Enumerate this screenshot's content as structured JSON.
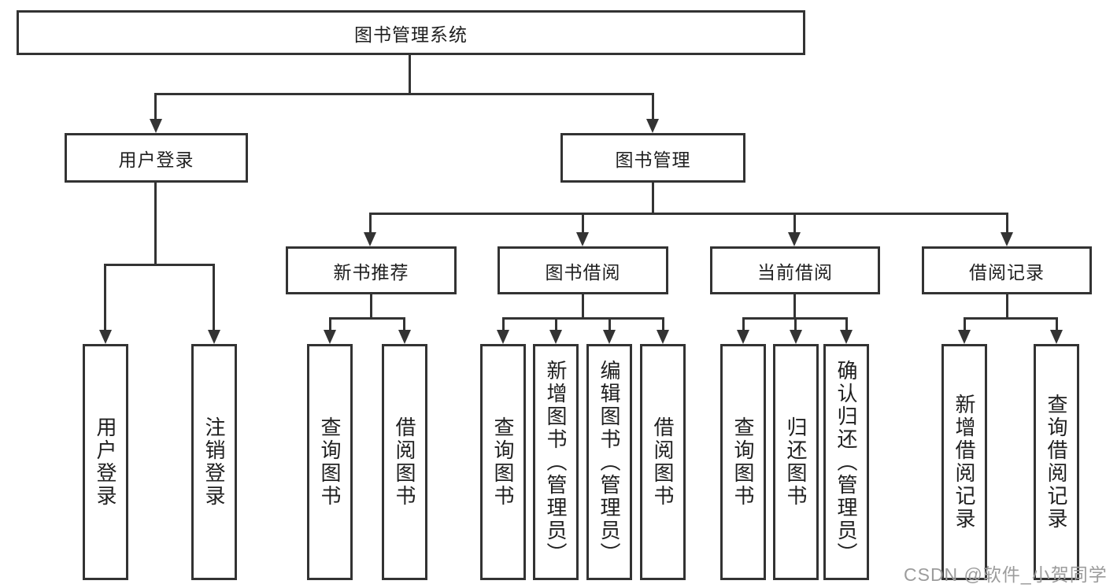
{
  "diagram_title": "图书管理系统",
  "colors": {
    "line": "#333333",
    "border": "#333333",
    "text": "#1f1f1f",
    "watermark": "#9c9c9c",
    "background": "#ffffff"
  },
  "watermark": {
    "text": "CSDN @软件_小贺同学"
  },
  "nodes": {
    "root": {
      "label": "图书管理系统"
    },
    "user_login": {
      "label": "用户登录"
    },
    "book_mgmt": {
      "label": "图书管理"
    },
    "new_books": {
      "label": "新书推荐"
    },
    "book_borrow": {
      "label": "图书借阅"
    },
    "current_borrow": {
      "label": "当前借阅"
    },
    "borrow_records": {
      "label": "借阅记录"
    },
    "leaf_user_login": {
      "label": "用户登录"
    },
    "leaf_logout": {
      "label": "注销登录"
    },
    "leaf_nb_query": {
      "label": "查询图书"
    },
    "leaf_nb_borrow": {
      "label": "借阅图书"
    },
    "leaf_bb_query": {
      "label": "查询图书"
    },
    "leaf_bb_add": {
      "label": "新增图书（管理员）"
    },
    "leaf_bb_edit": {
      "label": "编辑图书（管理员）"
    },
    "leaf_bb_borrow": {
      "label": "借阅图书"
    },
    "leaf_cb_query": {
      "label": "查询图书"
    },
    "leaf_cb_return": {
      "label": "归还图书"
    },
    "leaf_cb_confirm": {
      "label": "确认归还（管理员）"
    },
    "leaf_br_add": {
      "label": "新增借阅记录"
    },
    "leaf_br_query": {
      "label": "查询借阅记录"
    }
  },
  "edges": [
    [
      "root",
      "user_login"
    ],
    [
      "root",
      "book_mgmt"
    ],
    [
      "user_login",
      "leaf_user_login"
    ],
    [
      "user_login",
      "leaf_logout"
    ],
    [
      "book_mgmt",
      "new_books"
    ],
    [
      "book_mgmt",
      "book_borrow"
    ],
    [
      "book_mgmt",
      "current_borrow"
    ],
    [
      "book_mgmt",
      "borrow_records"
    ],
    [
      "new_books",
      "leaf_nb_query"
    ],
    [
      "new_books",
      "leaf_nb_borrow"
    ],
    [
      "book_borrow",
      "leaf_bb_query"
    ],
    [
      "book_borrow",
      "leaf_bb_add"
    ],
    [
      "book_borrow",
      "leaf_bb_edit"
    ],
    [
      "book_borrow",
      "leaf_bb_borrow"
    ],
    [
      "current_borrow",
      "leaf_cb_query"
    ],
    [
      "current_borrow",
      "leaf_cb_return"
    ],
    [
      "current_borrow",
      "leaf_cb_confirm"
    ],
    [
      "borrow_records",
      "leaf_br_add"
    ],
    [
      "borrow_records",
      "leaf_br_query"
    ]
  ]
}
